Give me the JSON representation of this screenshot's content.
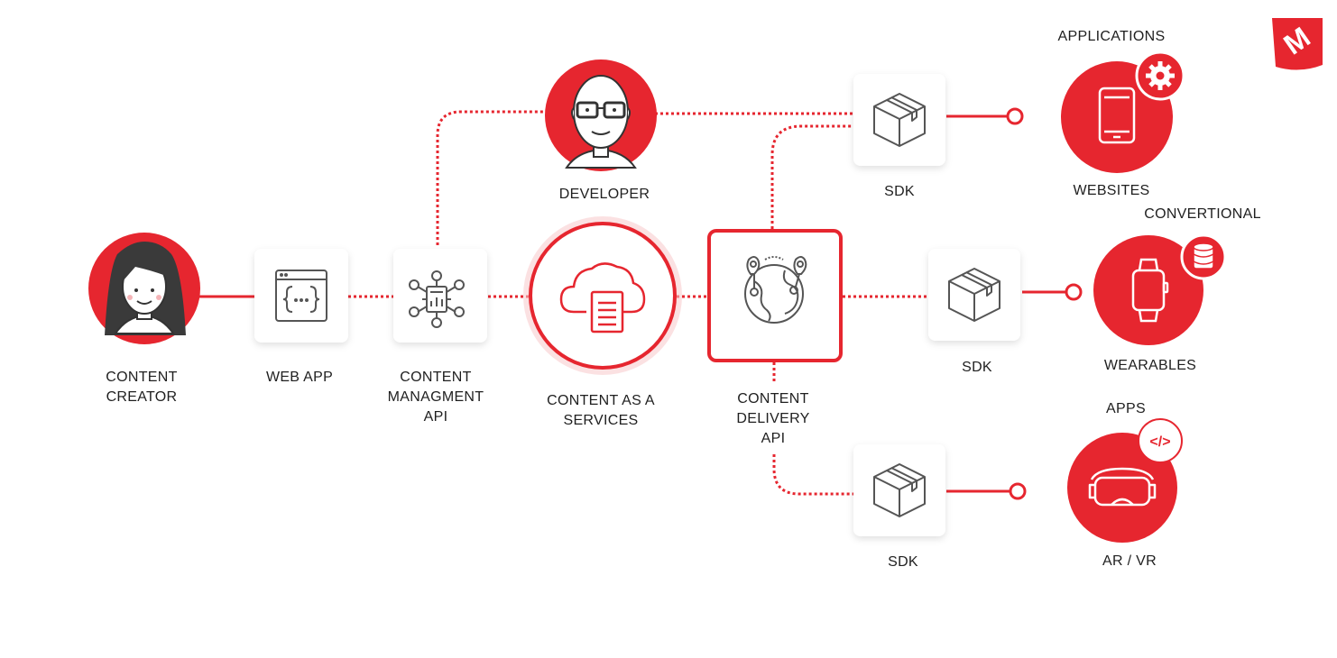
{
  "colors": {
    "accent": "#e6262f",
    "icon_gray": "#555555",
    "card_bg": "#ffffff",
    "ring_light": "#f7c9cb"
  },
  "nodes": {
    "content_creator": {
      "lines": [
        "CONTENT",
        "CREATOR"
      ],
      "icon": "woman-avatar-icon"
    },
    "web_app": {
      "lines": [
        "WEB APP"
      ],
      "icon": "code-window-icon"
    },
    "content_managment_api": {
      "lines": [
        "CONTENT",
        "MANAGMENT",
        "API"
      ],
      "icon": "network-hub-icon"
    },
    "developer": {
      "lines": [
        "DEVELOPER"
      ],
      "icon": "man-avatar-icon"
    },
    "content_as_a_services": {
      "lines": [
        "CONTENT AS A",
        "SERVICES"
      ],
      "icon": "cloud-document-icon"
    },
    "content_delivery_api": {
      "lines": [
        "CONTENT",
        "DELIVERY",
        "API"
      ],
      "icon": "globe-pins-icon"
    },
    "sdk_top": {
      "lines": [
        "SDK"
      ],
      "icon": "box-icon"
    },
    "sdk_middle": {
      "lines": [
        "SDK"
      ],
      "icon": "box-icon"
    },
    "sdk_bottom": {
      "lines": [
        "SDK"
      ],
      "icon": "box-icon"
    },
    "websites": {
      "lines": [
        "WEBSITES"
      ],
      "top_label": "APPLICATIONS",
      "icon": "phone-icon",
      "badge": "gear-icon"
    },
    "wearables": {
      "lines": [
        "WEARABLES"
      ],
      "top_label": "CONVERTIONAL",
      "icon": "smartwatch-icon",
      "badge": "database-icon"
    },
    "ar_vr": {
      "lines": [
        "AR / VR"
      ],
      "top_label": "APPS",
      "icon": "vr-headset-icon",
      "badge": "code-tag-icon",
      "badge_text": "</>"
    }
  },
  "logo": {
    "icon": "brand-logo-icon",
    "text": "M"
  }
}
